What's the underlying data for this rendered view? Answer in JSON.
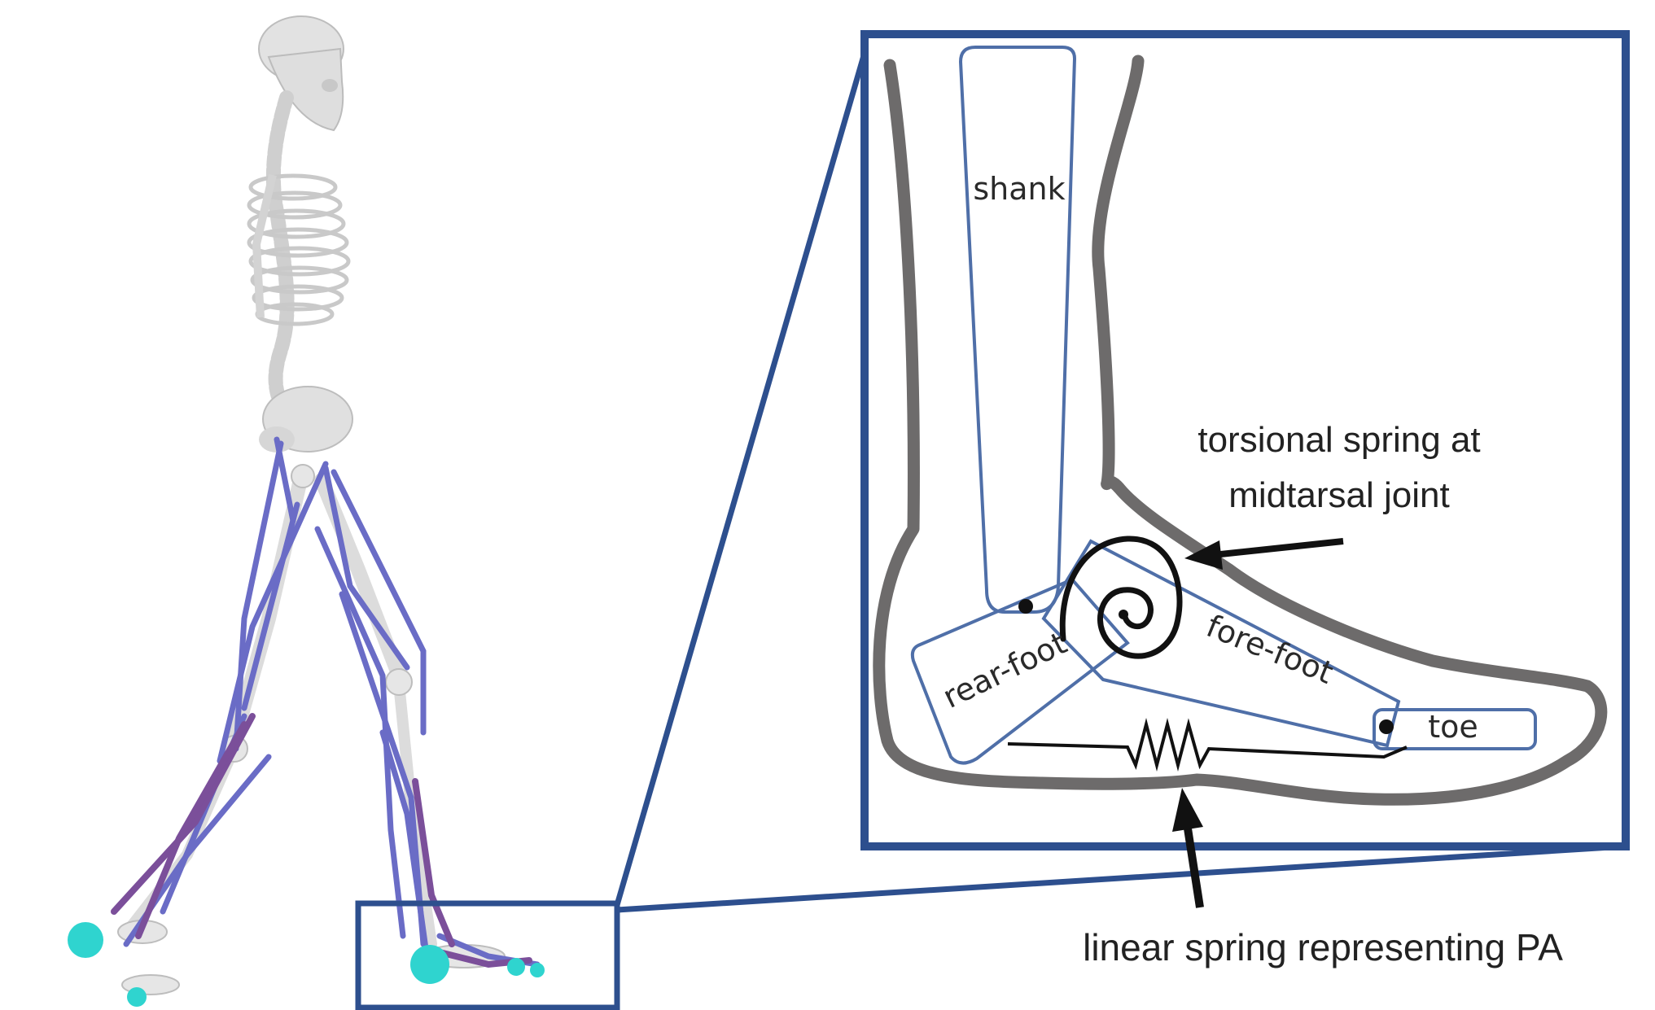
{
  "labels": {
    "shank": "shank",
    "rear_foot": "rear-foot",
    "fore_foot": "fore-foot",
    "toe": "toe",
    "torsional_line1": "torsional spring at",
    "torsional_line2": "midtarsal joint",
    "linear_spring": "linear spring representing PA"
  },
  "colors": {
    "frame_blue": "#2d4f8e",
    "segment_blue": "#4f6fa8",
    "skin_gray": "#6d6b6b",
    "muscle_blue": "#6a6cc6",
    "muscle_purple": "#7b4f9a",
    "contact_cyan": "#2fd4cf",
    "bone_gray": "#dcdcdc",
    "bone_edge": "#b9b9b9"
  },
  "icons": {
    "model": "skeleton-figure",
    "torsional": "spiral-spring-icon",
    "linear": "zigzag-spring-icon"
  }
}
